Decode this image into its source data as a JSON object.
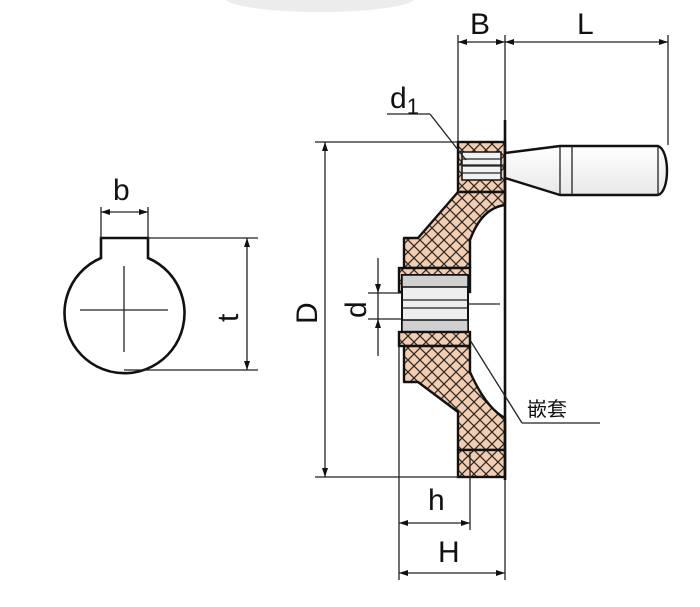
{
  "labels": {
    "B": "B",
    "L": "L",
    "d1_main": "d",
    "d1_sub": "1",
    "b": "b",
    "t": "t",
    "D": "D",
    "d": "d",
    "insert": "嵌套",
    "h": "h",
    "H": "H"
  }
}
